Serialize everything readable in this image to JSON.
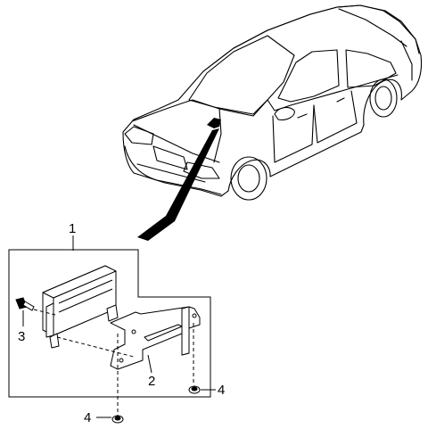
{
  "colors": {
    "line": "#000000",
    "background": "#ffffff"
  },
  "callouts": {
    "assembly": "1",
    "bracket": "2",
    "bolt": "3",
    "nut_right": "4",
    "nut_bottom": "4"
  }
}
